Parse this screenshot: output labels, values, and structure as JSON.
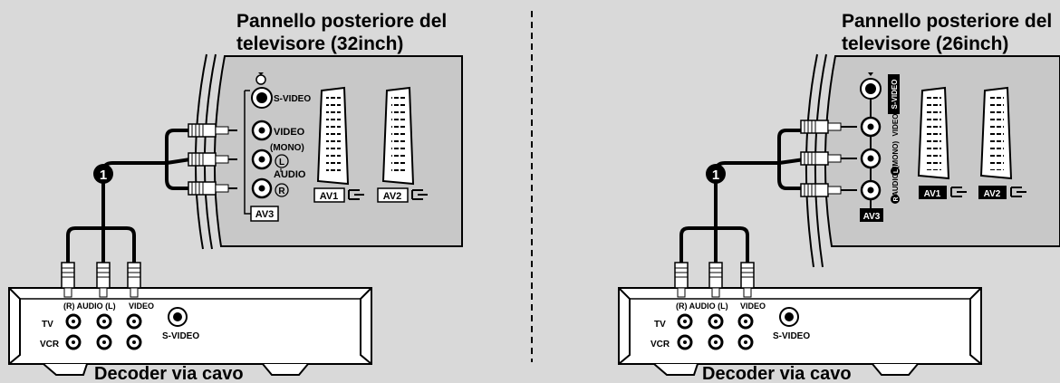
{
  "left": {
    "title_line1": "Pannello posteriore del",
    "title_line2": "televisore (32inch)",
    "panel": {
      "s_video": "S-VIDEO",
      "video": "VIDEO",
      "mono": "(MONO)",
      "l_glyph": "L",
      "audio": "AUDIO",
      "r_glyph": "R",
      "av3": "AV3",
      "av1": "AV1",
      "av2": "AV2"
    },
    "decoder": {
      "header": "(R) AUDIO (L)",
      "video": "VIDEO",
      "tv": "TV",
      "vcr": "VCR",
      "s_video": "S-VIDEO"
    },
    "marker": "1",
    "caption": "Decoder via cavo"
  },
  "right": {
    "title_line1": "Pannello posteriore del",
    "title_line2": "televisore (26inch)",
    "panel": {
      "s_video": "S-VIDEO",
      "video": "VIDEO",
      "mono": "(MONO)",
      "l_glyph": "L",
      "audio": "AUDIO",
      "r_glyph": "R",
      "av3": "AV3",
      "av1": "AV1",
      "av2": "AV2"
    },
    "decoder": {
      "header": "(R) AUDIO (L)",
      "video": "VIDEO",
      "tv": "TV",
      "vcr": "VCR",
      "s_video": "S-VIDEO"
    },
    "marker": "1",
    "caption": "Decoder via cavo"
  }
}
